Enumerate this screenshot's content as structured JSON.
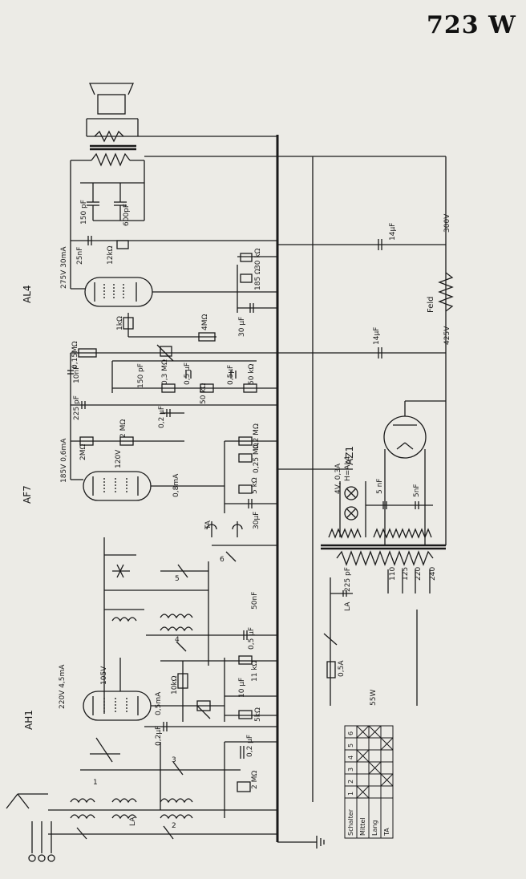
{
  "title": "723 W",
  "tubes": {
    "al4": "AL4",
    "af7": "AF7",
    "ah1": "AH1",
    "az1": "AZ1"
  },
  "labels": {
    "c150pf": "150 pF",
    "c600pf": "600pF",
    "c25nf": "25nF",
    "r12k": "12kΩ",
    "al4_bias": "275V 30mA",
    "r30k": "30 kΩ",
    "r185": "185 Ω",
    "c30uf": "30 μF",
    "c14uf_a": "14μF",
    "v300": "300V",
    "feld": "Feld",
    "c14uf_b": "14μF",
    "v425": "425V",
    "r1meg": "1kΩ",
    "r4meg": "4MΩ",
    "r015": "0,15MΩ",
    "c10nf": "10nF",
    "c150pf_b": "150 pF",
    "r03": "0,3 MΩ",
    "c05uf": "0,5 μF",
    "r50k": "50 kΩ",
    "c05uf_b": "0,5μF",
    "r50k_b": "50 kΩ",
    "c225pf": "225 pF",
    "r2meg": "2 MΩ",
    "c02uf": "0,2 μF",
    "af7_bias": "185V 0,6mA",
    "r2meg_b": "2MΩ",
    "v120": "120V",
    "r02meg": "0,2 MΩ",
    "r025meg": "0,25 MΩ",
    "r5k": "5 kΩ",
    "c30uf_b": "30μF",
    "i08ma": "0,8mA",
    "ta": "TA",
    "c50nf": "50nF",
    "c05uf_c": "0,5 μF",
    "r11k": "11 kΩ",
    "c10uf": "10 μF",
    "r10k": "10kΩ",
    "ah1_bias": "220V 4,5mA",
    "v105": "105V",
    "i05ma": "0,5mA",
    "r5k_b": "5kΩ",
    "c02uf_b": "0,2μF",
    "c02uf_c": "0,2 μF",
    "r2meg_c": "2 MΩ",
    "la": "LA",
    "la2": "LA",
    "lamp": "4V, 0,3A",
    "lamp_b": "H=AL4",
    "c5nf": "5 nF",
    "c5nf_b": "5nF",
    "c225pf_b": "225 pF",
    "la3": "LA",
    "v110": "110",
    "v125": "125",
    "v220": "220",
    "v240": "240",
    "fuse": "0,5A",
    "power": "55W",
    "sw1": "1",
    "sw2": "2",
    "sw3": "3",
    "sw4": "4",
    "sw5": "5",
    "sw6": "6"
  },
  "switch_table": {
    "header": [
      "Schalter",
      "1",
      "2",
      "3",
      "4",
      "5",
      "6"
    ],
    "rows": [
      "Mittel",
      "Lang",
      "TA"
    ]
  }
}
